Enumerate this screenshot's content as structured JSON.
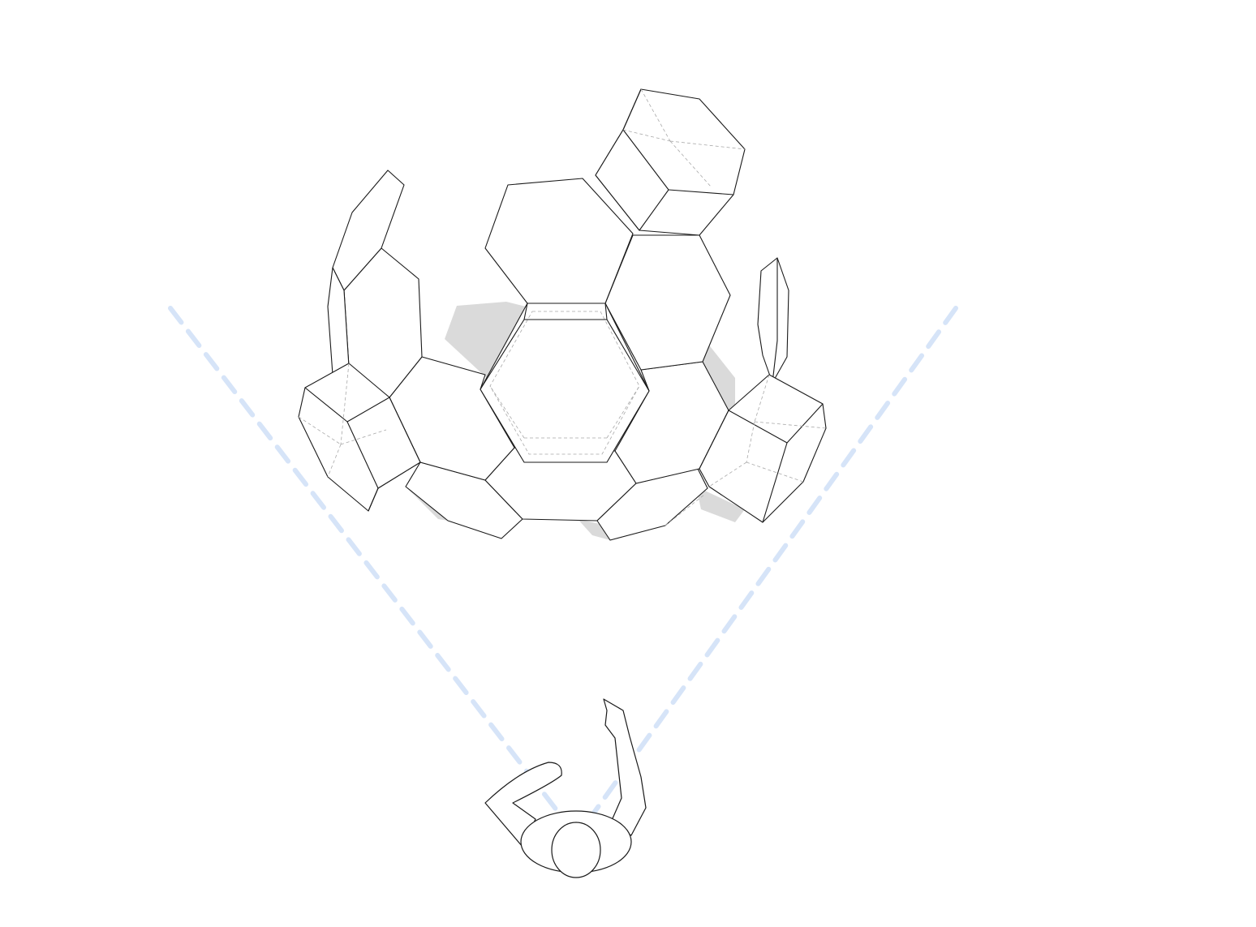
{
  "diagram": {
    "kind": "plan-view sketch",
    "subject": "hexagonal-cell-dome",
    "colors": {
      "line": "#1a1a1a",
      "hidden_line": "#a9a9a9",
      "shadow": "#dadada",
      "sight_cone": "#d6e4f8",
      "background": "#ffffff"
    },
    "icons": [
      "viewer-figure-icon",
      "sight-line-left",
      "sight-line-right"
    ]
  }
}
